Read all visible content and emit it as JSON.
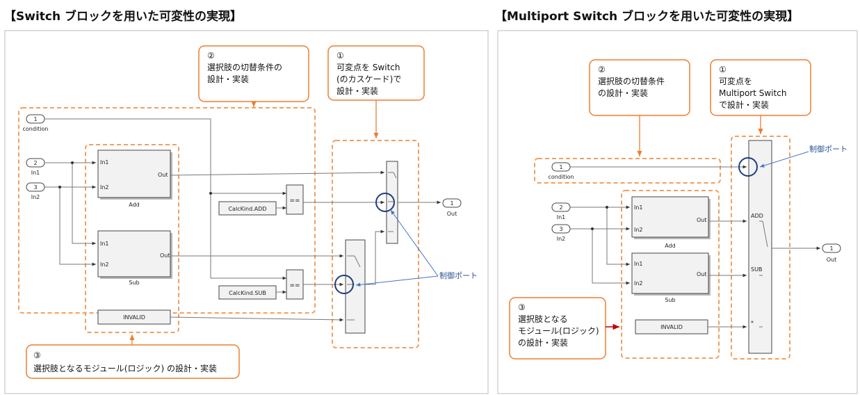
{
  "titles": {
    "left": "【Switch ブロックを用いた可変性の実現】",
    "right": "【Multiport Switch ブロックを用いた可変性の実現】"
  },
  "left": {
    "callout1": [
      "①",
      "可変点を Switch",
      "(のカスケード)で",
      "設計・実装"
    ],
    "callout2": [
      "②",
      "選択肢の切替条件の",
      "設計・実装"
    ],
    "callout3": [
      "③",
      "選択肢となるモジュール(ロジック) の設計・実装"
    ],
    "control_port_label": "制御ポート",
    "ports": {
      "condition_num": "1",
      "condition_label": "condition",
      "in1_num": "2",
      "in1_label": "In1",
      "in2_num": "3",
      "in2_label": "In2",
      "out_num": "1",
      "out_label": "Out"
    },
    "blocks": {
      "add_label": "Add",
      "sub_label": "Sub",
      "in1": "In1",
      "in2": "In2",
      "out": "Out",
      "calc_add": "CalcKind.ADD",
      "calc_sub": "CalcKind.SUB",
      "eq": "==",
      "invalid": "INVALID"
    }
  },
  "right": {
    "callout1": [
      "①",
      "可変点を",
      "Multiport Switch",
      "で設計・実装"
    ],
    "callout2": [
      "②",
      "選択肢の切替条件",
      "の設計・実装"
    ],
    "callout3": [
      "③",
      "選択肢となる",
      "モジュール(ロジック)",
      "の設計・実装"
    ],
    "control_port_label": "制御ポート",
    "ports": {
      "condition_num": "1",
      "condition_label": "condition",
      "in1_num": "2",
      "in1_label": "In1",
      "in2_num": "3",
      "in2_label": "In2",
      "out_num": "1",
      "out_label": "Out"
    },
    "blocks": {
      "add_label": "Add",
      "sub_label": "Sub",
      "in1": "In1",
      "in2": "In2",
      "out": "Out",
      "invalid": "INVALID",
      "mp_add": "ADD",
      "mp_sub": "SUB",
      "mp_default": "*"
    }
  },
  "colors": {
    "callout_border": "#ed7d31",
    "dashed_border": "#f0a060",
    "control_ring": "#1f3d7a",
    "label_blue": "#2f5597",
    "red_arrow": "#c00000"
  }
}
